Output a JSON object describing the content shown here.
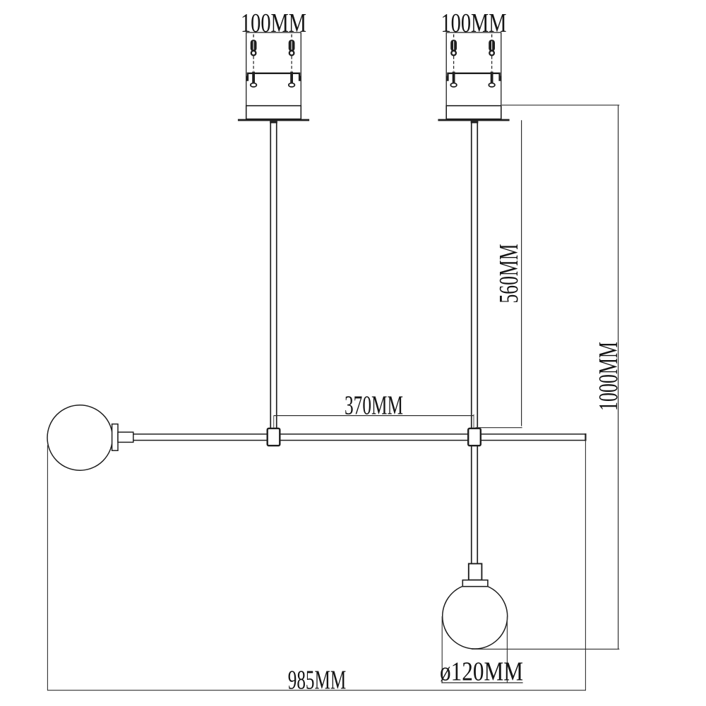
{
  "drawing": {
    "kind": "technical dimension drawing",
    "subject": "two-globe ceiling pendant lamp installation diagram",
    "background_color": "#ffffff",
    "line_color": "#1f1f1f",
    "labels": {
      "left_canopy_width": "100MM",
      "right_canopy_width": "100MM",
      "rod_spacing": "370MM",
      "right_drop_height": "560MM",
      "overall_height": "1000MM",
      "overall_width": "985MM",
      "globe_diameter": "ø120MM"
    }
  }
}
